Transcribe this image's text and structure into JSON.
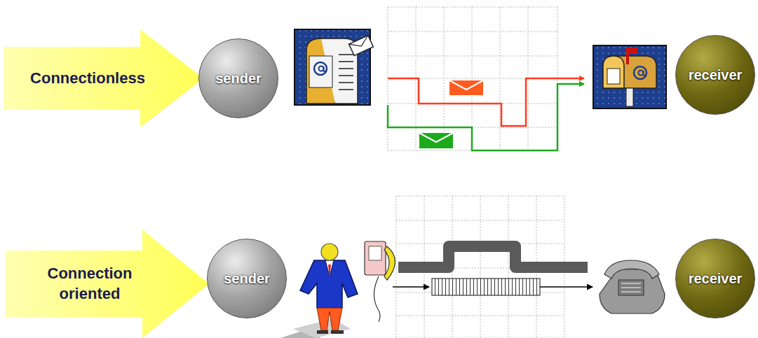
{
  "diagram": {
    "nodes": [
      {
        "text": [
          "Connectionless"
        ]
      },
      {
        "text": [
          "sender"
        ]
      },
      {
        "text": [
          "receiver"
        ]
      },
      {
        "text": [
          "Connection oriented"
        ]
      },
      {
        "text": [
          "sender"
        ]
      },
      {
        "text": [
          "receiver"
        ]
      }
    ]
  }
}
